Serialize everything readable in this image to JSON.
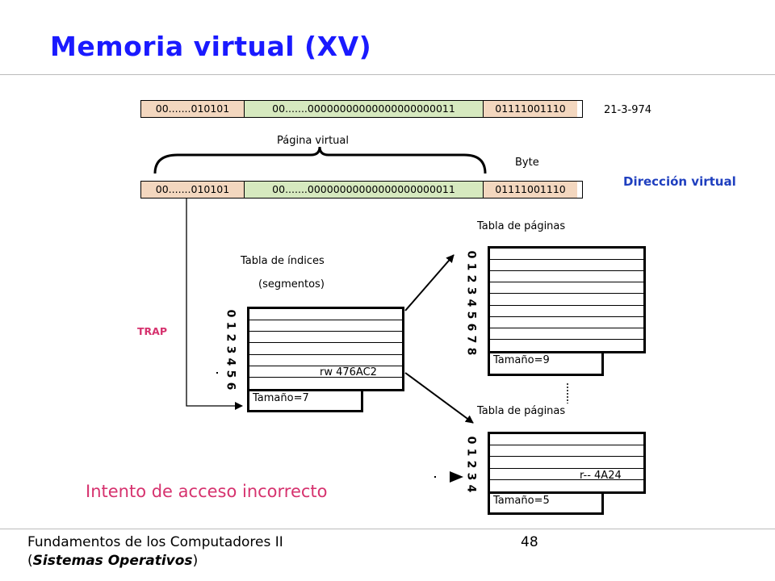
{
  "title": "Memoria virtual (XV)",
  "address_top": {
    "seg1": "00.......010101",
    "seg2": "00.......00000000000000000000011",
    "seg3": "01111001110",
    "annotation": "21-3-974"
  },
  "address_bottom": {
    "seg1": "00.......010101",
    "seg2": "00.......00000000000000000000011",
    "seg3": "01111001110"
  },
  "labels": {
    "pagina_virtual": "Página virtual",
    "byte": "Byte",
    "direccion_virtual": "Dirección virtual",
    "trap": "TRAP",
    "tabla_indices_1": "Tabla de índices",
    "tabla_indices_2": "(segmentos)",
    "tabla_paginas_top": "Tabla de páginas",
    "tabla_paginas_bottom": "Tabla de páginas",
    "intento": "Intento de acceso incorrecto"
  },
  "index_table": {
    "indices": [
      "0",
      "1",
      "2",
      "3",
      "4",
      "5",
      "6"
    ],
    "entry_text": "rw 476AC2",
    "size": "Tamaño=7"
  },
  "page_table_top": {
    "indices": [
      "0",
      "1",
      "2",
      "3",
      "4",
      "5",
      "6",
      "7",
      "8"
    ],
    "size": "Tamaño=9"
  },
  "page_table_bottom": {
    "indices": [
      "0",
      "1",
      "2",
      "3",
      "4"
    ],
    "entry_text": "r-- 4A24",
    "size": "Tamaño=5"
  },
  "footer": {
    "course": "Fundamentos de los Computadores II",
    "subtitle_open": "(",
    "subtitle": "Sistemas Operativos",
    "subtitle_close": ")",
    "page": "48"
  }
}
